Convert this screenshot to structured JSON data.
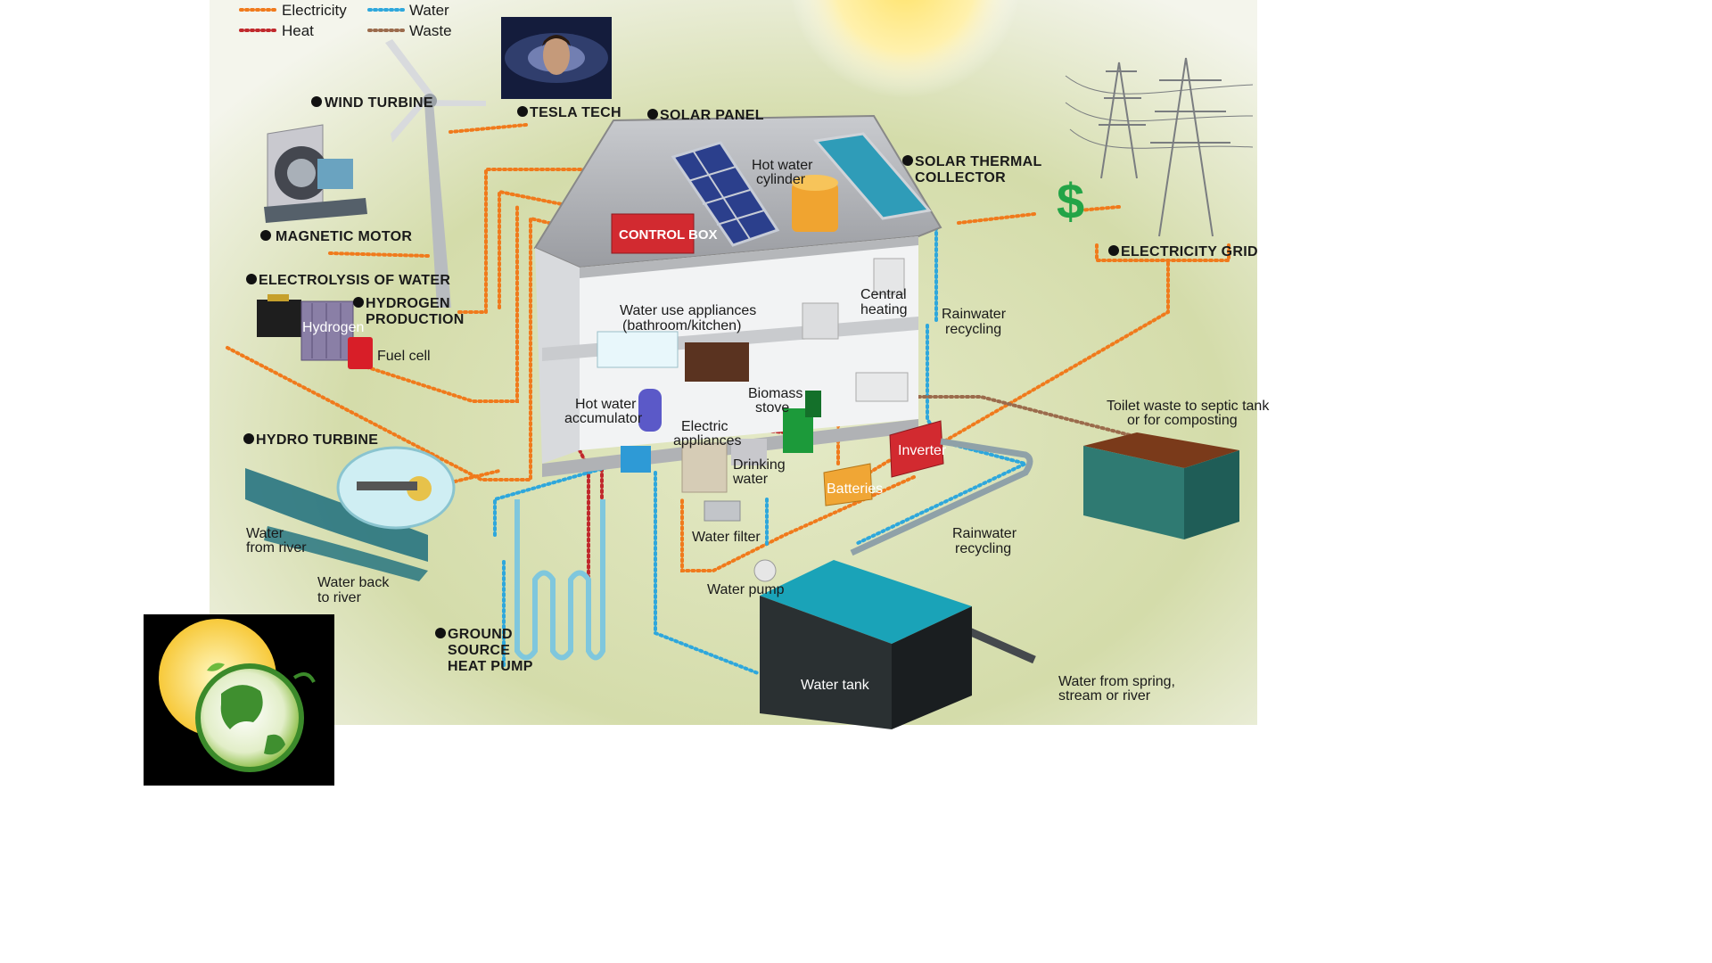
{
  "legend": {
    "electricity": "Electricity",
    "heat": "Heat",
    "water": "Water",
    "waste": "Waste"
  },
  "colors": {
    "electricity": "#f07a1c",
    "heat": "#c0282c",
    "water": "#2ea7dc",
    "waste": "#9b6b4c"
  },
  "sources": {
    "wind_turbine": "WIND TURBINE",
    "tesla_tech": "TESLA TECH",
    "solar_panel": "SOLAR PANEL",
    "solar_thermal_line1": "SOLAR THERMAL",
    "solar_thermal_line2": "COLLECTOR",
    "magnetic_motor": "MAGNETIC MOTOR",
    "electrolysis": "ELECTROLYSIS OF WATER",
    "hydrogen_prod_line1": "HYDROGEN",
    "hydrogen_prod_line2": "PRODUCTION",
    "hydro_turbine": "HYDRO TURBINE",
    "electricity_grid": "ELECTRICITY GRID",
    "ground_source_line1": "GROUND",
    "ground_source_line2": "SOURCE",
    "ground_source_line3": "HEAT PUMP"
  },
  "components": {
    "control_box": "CONTROL BOX",
    "hot_water_cylinder_line1": "Hot water",
    "hot_water_cylinder_line2": "cylinder",
    "water_use_line1": "Water use appliances",
    "water_use_line2": "(bathroom/kitchen)",
    "central_heating_line1": "Central",
    "central_heating_line2": "heating",
    "rainwater_recycling_top_line1": "Rainwater",
    "rainwater_recycling_top_line2": "recycling",
    "hydrogen": "Hydrogen",
    "fuel_cell": "Fuel cell",
    "hot_water_acc_line1": "Hot water",
    "hot_water_acc_line2": "accumulator",
    "biomass_line1": "Biomass",
    "biomass_line2": "stove",
    "electric_app_line1": "Electric",
    "electric_app_line2": "appliances",
    "drinking_line1": "Drinking",
    "drinking_line2": "water",
    "batteries": "Batteries",
    "inverter": "Inverter",
    "toilet_line1": "Toilet waste to septic tank",
    "toilet_line2": "or for composting",
    "water_from_river_line1": "Water",
    "water_from_river_line2": "from river",
    "water_back_line1": "Water back",
    "water_back_line2": "to river",
    "water_filter": "Water filter",
    "water_pump": "Water pump",
    "rainwater_recycling_bottom_line1": "Rainwater",
    "rainwater_recycling_bottom_line2": "recycling",
    "water_tank": "Water tank",
    "spring_line1": "Water from spring,",
    "spring_line2": "stream or river",
    "dollar": "$"
  }
}
